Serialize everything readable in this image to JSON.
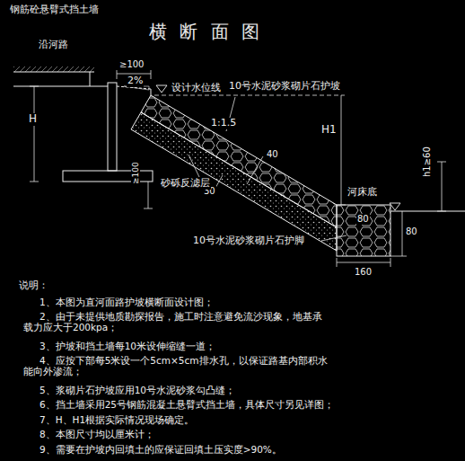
{
  "diagram": {
    "title": "横 断 面 图",
    "labels": [
      "钢筋砼悬臂式挡土墙",
      "沿河路",
      "≥100",
      "2%",
      "H",
      "设计水位线",
      "10号水泥砂浆砌片石护坡",
      "1:1.5",
      "H1",
      "≥100",
      "40",
      "30",
      "砂砾反滤层",
      "河床底",
      "h1≥60",
      "80",
      "80",
      "10号水泥砂浆砌片石护脚",
      "160",
      "说明：",
      "1、本图为直河面路护坡横断面设计图；",
      "2、由于未提供地质勘探报告，施工时注意避免流沙现象，地基承载力应大于200kpa；",
      "3、护坡和挡土墙每10米设伸缩缝一道；",
      "4、应按下部每5米设一个5cm×5cm排水孔，以保证路基内部积水能向外渗流；",
      "5、浆砌片石护坡应用10号水泥砂浆勾凸缝；",
      "6、挡土墙采用25号钢筋混凝土悬臂式挡土墙，具体尺寸另见详图；",
      "7、H、H1根据实际情况现场确定。",
      "8、本图尺寸均以厘米计；",
      "9、需要在护坡内回填土的应保证回填土压实度>90%。"
    ]
  }
}
